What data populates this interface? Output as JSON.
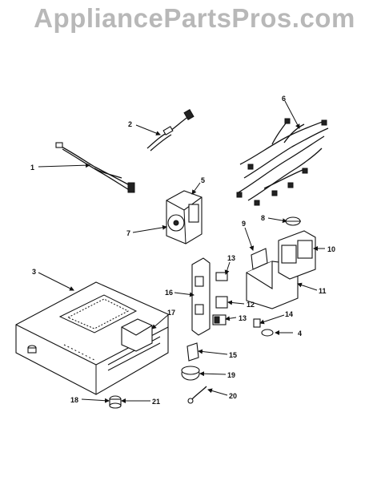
{
  "watermark": "AppliancePartsPros.com",
  "callouts": [
    "1",
    "2",
    "3",
    "4",
    "5",
    "6",
    "7",
    "8",
    "9",
    "10",
    "11",
    "12",
    "13",
    "13",
    "14",
    "15",
    "16",
    "17",
    "18",
    "19",
    "20",
    "21"
  ]
}
